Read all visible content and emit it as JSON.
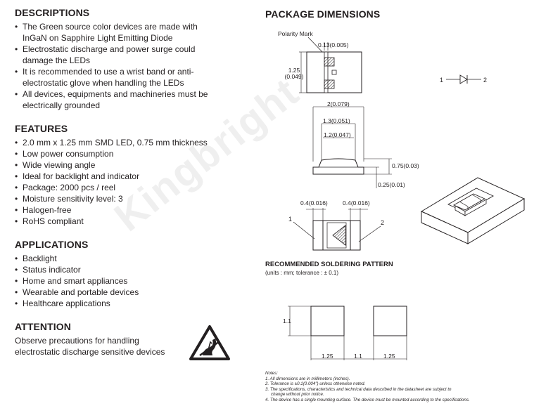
{
  "descriptions": {
    "title": "DESCRIPTIONS",
    "items": [
      "The Green source color devices are made with InGaN on Sapphire Light Emitting Diode",
      "Electrostatic discharge and power surge could damage the LEDs",
      "It is recommended to use a wrist band or anti-electrostatic glove when handling the LEDs",
      "All devices, equipments and machineries must be electrically grounded"
    ]
  },
  "features": {
    "title": "FEATURES",
    "items": [
      "2.0 mm x 1.25 mm SMD LED, 0.75 mm thickness",
      "Low power consumption",
      "Wide viewing angle",
      "Ideal for backlight and indicator",
      "Package: 2000 pcs / reel",
      "Moisture sensitivity level: 3",
      "Halogen-free",
      "RoHS compliant"
    ]
  },
  "applications": {
    "title": "APPLICATIONS",
    "items": [
      "Backlight",
      "Status indicator",
      "Home and smart appliances",
      "Wearable and portable devices",
      "Healthcare applications"
    ]
  },
  "attention": {
    "title": "ATTENTION",
    "line1": "Observe precautions for handling",
    "line2": "electrostatic discharge sensitive devices"
  },
  "watermark": "Kingbright",
  "package": {
    "title": "PACKAGE DIMENSIONS",
    "polarity_mark": "Polarity Mark",
    "top_view": {
      "dim_mark_width": "0.13(0.005)",
      "dim_width_mm": "1.25",
      "dim_width_in": "(0.049)"
    },
    "side_view": {
      "dim_total": "2(0.079)",
      "dim_lens_top": "1.3(0.051)",
      "dim_lens_inner": "1.2(0.047)",
      "dim_height": "0.75(0.03)",
      "dim_base": "0.25(0.01)"
    },
    "bottom_view": {
      "dim_pad_left": "0.4(0.016)",
      "dim_pad_right": "0.4(0.016)",
      "pin1": "1",
      "pin2": "2"
    },
    "symbol": {
      "pin1": "1",
      "pin2": "2"
    }
  },
  "soldering": {
    "title": "RECOMMENDED SOLDERING PATTERN",
    "subtitle": "(units : mm; tolerance : ± 0.1)",
    "dim_height": "1.1",
    "dim_pad_left": "1.25",
    "dim_gap": "1.1",
    "dim_pad_right": "1.25"
  },
  "notes": {
    "title": "Notes:",
    "items": [
      "1. All dimensions are in millimeters (inches).",
      "2. Tolerance is ±0.1(0.004\") unless otherwise noted.",
      "3. The specifications, characteristics and technical data described in the datasheet are subject to",
      "    change without prior notice.",
      "4. The device has a single mounting surface. The device must be mounted according to the specifications."
    ]
  }
}
